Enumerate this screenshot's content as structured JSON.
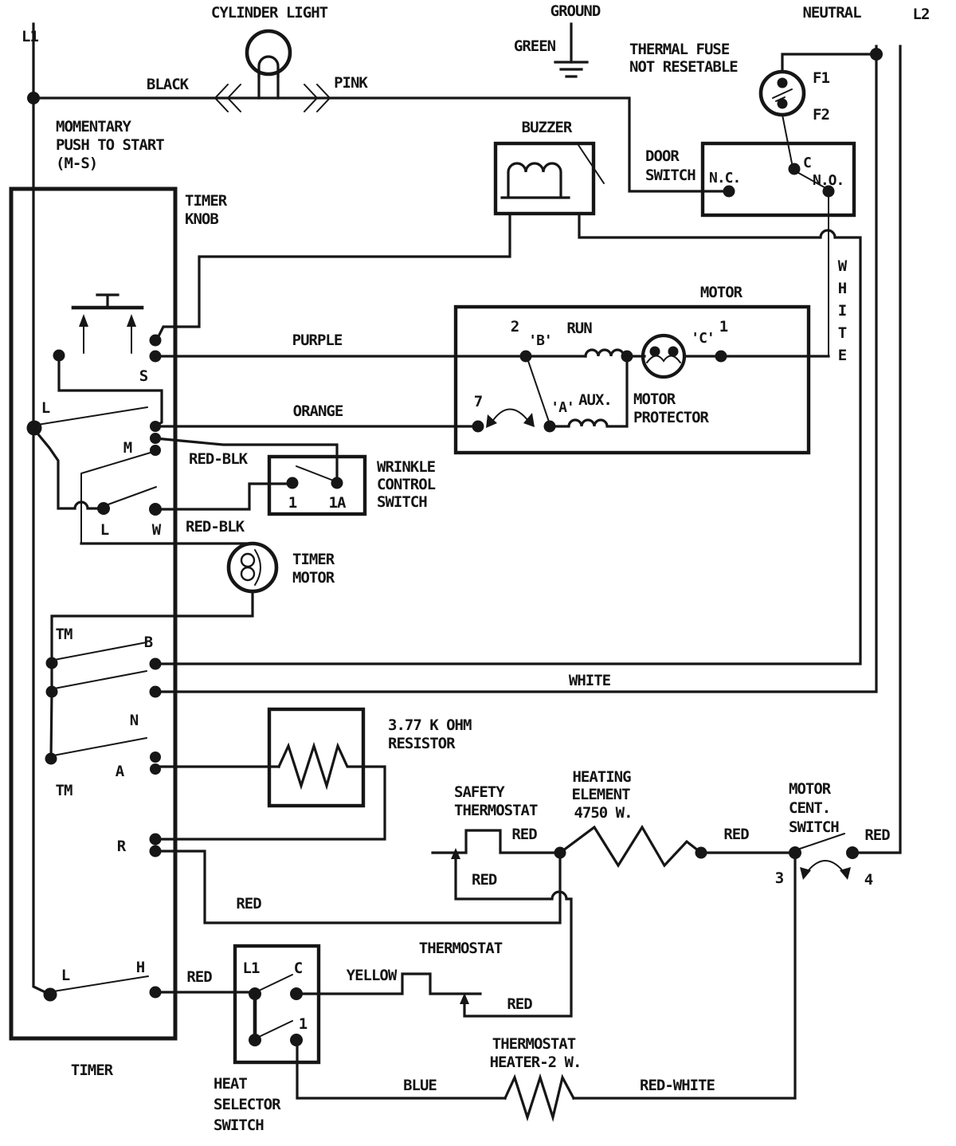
{
  "power": {
    "l1": "L1",
    "l2": "L2",
    "neutral": "NEUTRAL",
    "ground": "GROUND",
    "green": "GREEN"
  },
  "cylinder_light": {
    "label": "CYLINDER LIGHT",
    "wire_left": "BLACK",
    "wire_right": "PINK"
  },
  "thermal_fuse": {
    "line1": "THERMAL FUSE",
    "line2": "NOT RESETABLE",
    "f1": "F1",
    "f2": "F2"
  },
  "door_switch": {
    "line1": "DOOR",
    "line2": "SWITCH",
    "nc": "N.C.",
    "c": "C",
    "no": "N.O."
  },
  "buzzer": {
    "label": "BUZZER"
  },
  "motor": {
    "label": "MOTOR",
    "t2": "2",
    "b": "'B'",
    "run": "RUN",
    "c": "'C'",
    "t1": "1",
    "t7": "7",
    "a": "'A'",
    "aux": "AUX.",
    "prot1": "MOTOR",
    "prot2": "PROTECTOR",
    "white_vertical": "WHITE"
  },
  "timer": {
    "box_label": "TIMER",
    "knob1": "TIMER",
    "knob2": "KNOB",
    "mom1": "MOMENTARY",
    "mom2": "PUSH TO START",
    "mom3": "(M-S)",
    "s": "S",
    "l_mid": "L",
    "m": "M",
    "l_lw": "L",
    "w": "W",
    "tm_top": "TM",
    "b": "B",
    "n": "N",
    "a": "A",
    "tm_bottom": "TM",
    "r": "R",
    "l_bottom": "L",
    "h": "H"
  },
  "wires": {
    "purple": "PURPLE",
    "orange": "ORANGE",
    "red_blk_upper": "RED-BLK",
    "red_blk_lower": "RED-BLK",
    "white_run": "WHITE",
    "red_h_wire": "RED",
    "red_r_wire": "RED",
    "red_heater_left": "RED",
    "red_safety_jumper": "RED",
    "red_heater_right": "RED",
    "red_l2_wire": "RED",
    "red_thermostat": "RED",
    "yellow": "YELLOW",
    "blue": "BLUE",
    "red_white": "RED-WHITE"
  },
  "wrinkle": {
    "line1": "WRINKLE",
    "line2": "CONTROL",
    "line3": "SWITCH",
    "t1": "1",
    "t1a": "1A"
  },
  "timer_motor": {
    "line1": "TIMER",
    "line2": "MOTOR"
  },
  "resistor": {
    "line1": "3.77 K OHM",
    "line2": "RESISTOR"
  },
  "safety_thermostat": {
    "line1": "SAFETY",
    "line2": "THERMOSTAT"
  },
  "heating_element": {
    "line1": "HEATING",
    "line2": "ELEMENT",
    "line3": "4750 W."
  },
  "motor_cent": {
    "line1": "MOTOR",
    "line2": "CENT.",
    "line3": "SWITCH",
    "t3": "3",
    "t4": "4"
  },
  "thermostat": {
    "label": "THERMOSTAT"
  },
  "heat_selector": {
    "line1": "HEAT",
    "line2": "SELECTOR",
    "line3": "SWITCH",
    "l1": "L1",
    "c": "C",
    "t1": "1"
  },
  "thermostat_heater": {
    "line1": "THERMOSTAT",
    "line2": "HEATER-2 W."
  }
}
